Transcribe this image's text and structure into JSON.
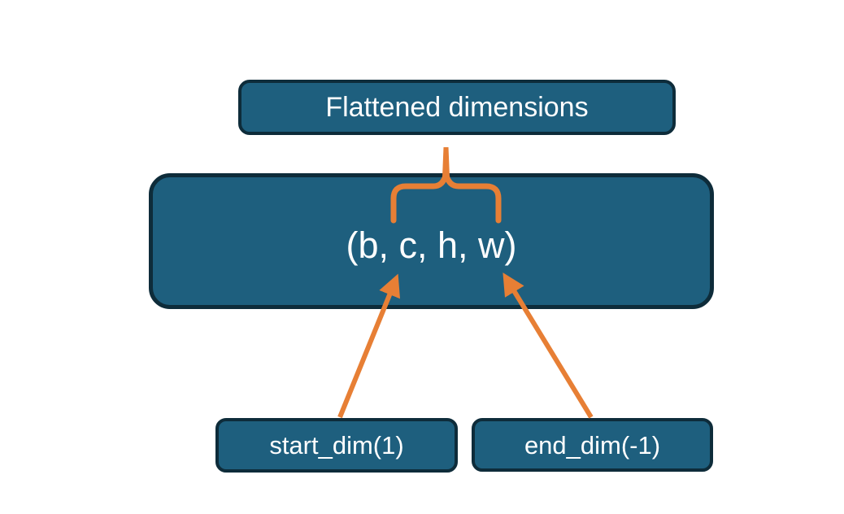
{
  "diagram": {
    "title": "Flatten dimensions diagram",
    "nodes": {
      "flattened": {
        "label": "Flattened dimensions"
      },
      "tensor": {
        "label": "(b, c, h, w)"
      },
      "start_dim": {
        "label": "start_dim(1)"
      },
      "end_dim": {
        "label": "end_dim(-1)"
      }
    },
    "connectors": {
      "brace": "curly-brace spanning c,h,w pointing up to Flattened dimensions",
      "start_arrow": "arrow from start_dim(1) up to dimension c",
      "end_arrow": "arrow from end_dim(-1) up to dimension w"
    },
    "colors": {
      "accent": "#E77F35",
      "node-fill": "#1E5F7E",
      "node-border": "#0E2C3A",
      "node-text": "#FFFFFF",
      "background": "#FFFFFF"
    }
  }
}
